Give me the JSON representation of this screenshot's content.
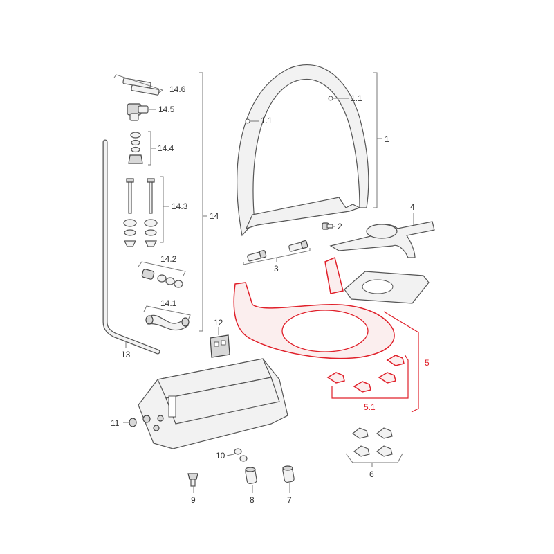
{
  "labels": {
    "p1": "1",
    "p1_1a": "1.1",
    "p1_1b": "1.1",
    "p2": "2",
    "p3": "3",
    "p4": "4",
    "p5": "5",
    "p5_1": "5.1",
    "p6": "6",
    "p7": "7",
    "p8": "8",
    "p9": "9",
    "p10": "10",
    "p11": "11",
    "p12": "12",
    "p13": "13",
    "p14": "14",
    "p14_1": "14.1",
    "p14_2": "14.2",
    "p14_3": "14.3",
    "p14_4": "14.4",
    "p14_5": "14.5",
    "p14_6": "14.6"
  },
  "colors": {
    "highlight": "#e0202a",
    "line": "#555555",
    "part_fill": "#f2f2f2"
  }
}
